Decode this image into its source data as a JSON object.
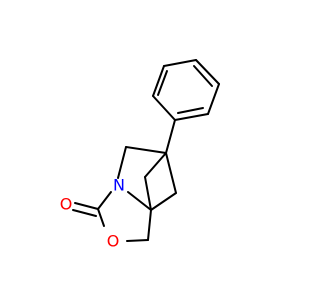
{
  "molecule": {
    "atoms": [
      {
        "id": "n1",
        "element": "N",
        "label": "N",
        "color": "#0000ff"
      },
      {
        "id": "o1",
        "element": "O",
        "label": "O",
        "color": "#ff0000"
      },
      {
        "id": "o2",
        "element": "O",
        "label": "O",
        "color": "#ff0000"
      }
    ]
  }
}
